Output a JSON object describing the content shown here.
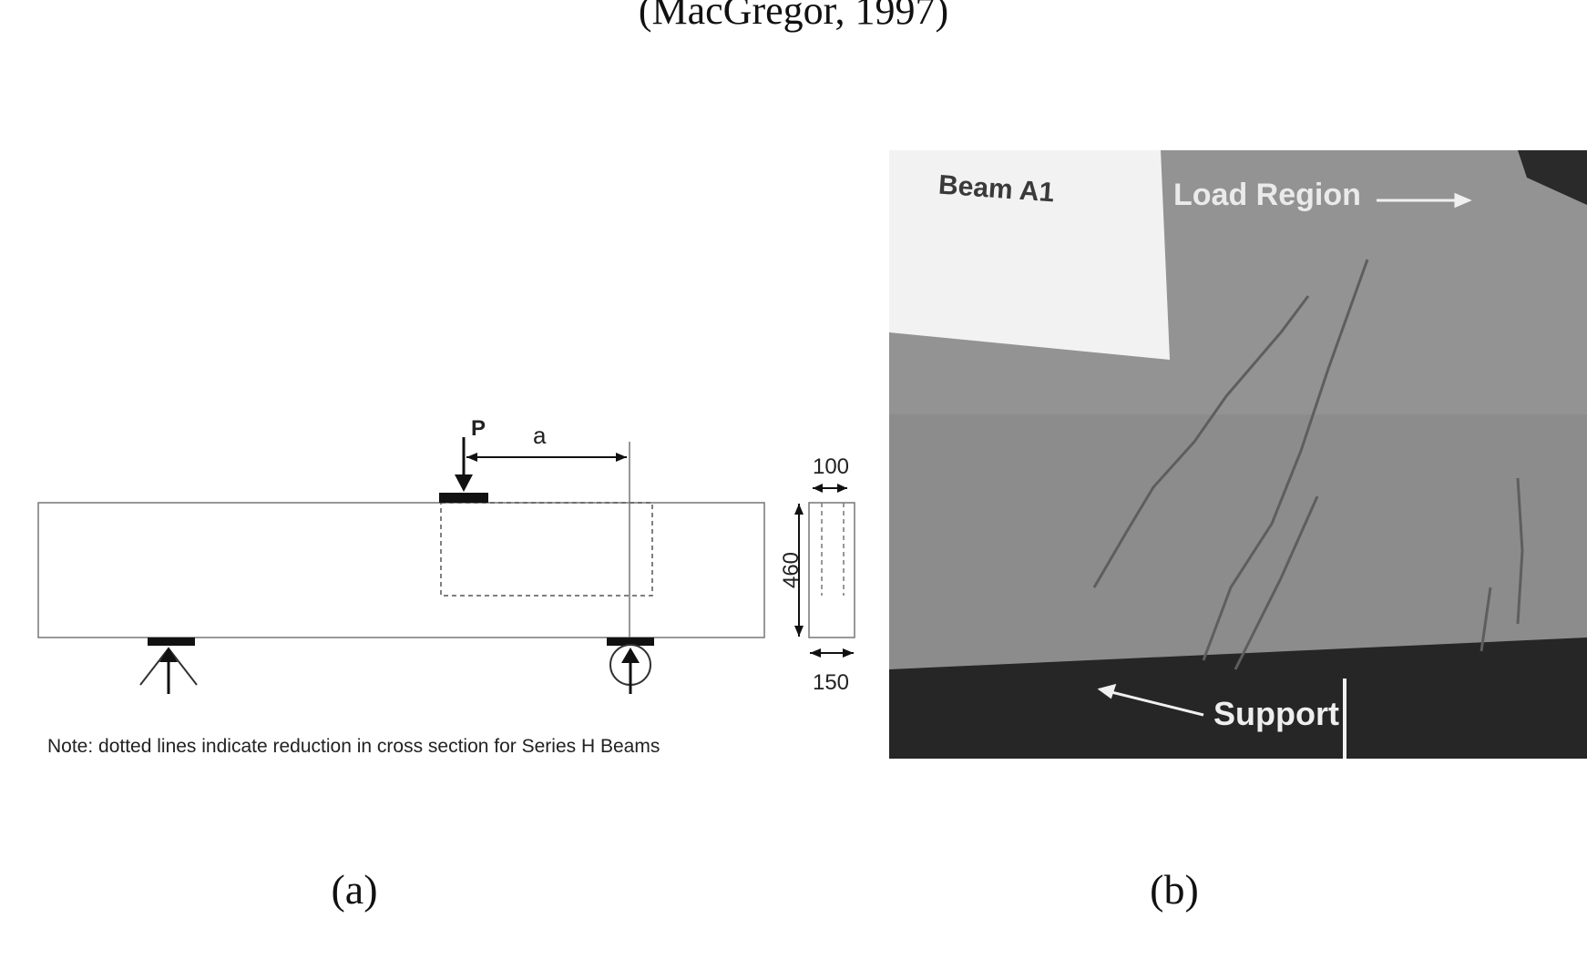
{
  "citation": "(MacGregor, 1997)",
  "panel_a": {
    "label": "(a)",
    "load_label": "P",
    "span_label": "a",
    "dim_width": "100",
    "dim_height": "460",
    "dim_depth": "150",
    "note": "Note: dotted lines indicate reduction in cross section for Series H Beams"
  },
  "panel_b": {
    "label": "(b)",
    "beam_label": "Beam A1",
    "load_region_label": "Load Region",
    "support_label": "Support"
  },
  "icons": [
    "pin-support-icon",
    "roller-support-icon",
    "load-arrow-icon"
  ]
}
